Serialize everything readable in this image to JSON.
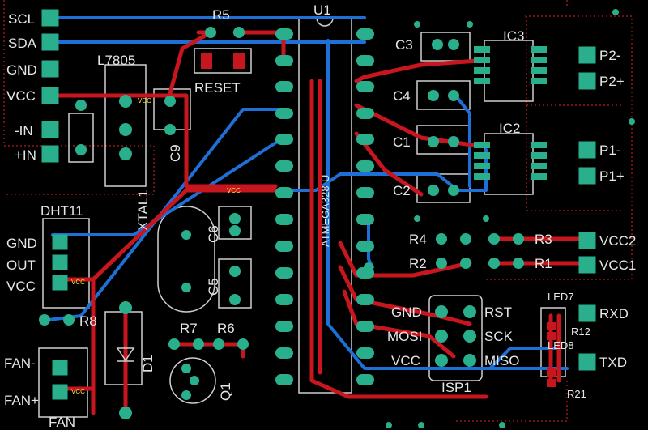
{
  "board": {
    "colors": {
      "background": "#000000",
      "top_copper": "#c8161e",
      "bottom_copper": "#1e6fd6",
      "pad": "#2aaf8d",
      "silk": "#cfcfcf",
      "dim": "#e02020",
      "net_label": "#f5e642"
    },
    "components": {
      "u1": "U1",
      "ic3": "IC3",
      "ic2": "IC2",
      "l7805": "L7805",
      "r5": "R5",
      "reset": "RESET",
      "dht11": "DHT11",
      "xtal1": "XTAL1",
      "c9": "C9",
      "c6": "C6",
      "c5": "C5",
      "c1": "C1",
      "c2": "C2",
      "c3": "C3",
      "c4": "C4",
      "r1": "R1",
      "r2": "R2",
      "r3": "R3",
      "r4": "R4",
      "r6": "R6",
      "r7": "R7",
      "r8": "R8",
      "r12": "R12",
      "r21": "R21",
      "led7": "LED7",
      "led8": "LED8",
      "d1": "D1",
      "q1": "Q1",
      "isp1": "ISP1",
      "fan": "FAN",
      "atmega": "ATMEGA328-U"
    },
    "pins_left": {
      "scl": "SCL",
      "sda": "SDA",
      "gnd": "GND",
      "vcc": "VCC",
      "in_minus": "-IN",
      "in_plus": "+IN",
      "dht_gnd": "GND",
      "dht_out": "OUT",
      "dht_vcc": "VCC",
      "fan_minus": "FAN-",
      "fan_plus": "FAN+"
    },
    "pins_right": {
      "p2m": "P2-",
      "p2p": "P2+",
      "p1m": "P1-",
      "p1p": "P1+",
      "vcc2": "VCC2",
      "vcc1": "VCC1",
      "rxd": "RXD",
      "txd": "TXD"
    },
    "isp_pins": {
      "gnd": "GND",
      "mosi": "MOSI",
      "vcc": "VCC",
      "rst": "RST",
      "sck": "SCK",
      "miso": "MISO"
    },
    "net_labels": {
      "vcc": "VCC"
    }
  }
}
